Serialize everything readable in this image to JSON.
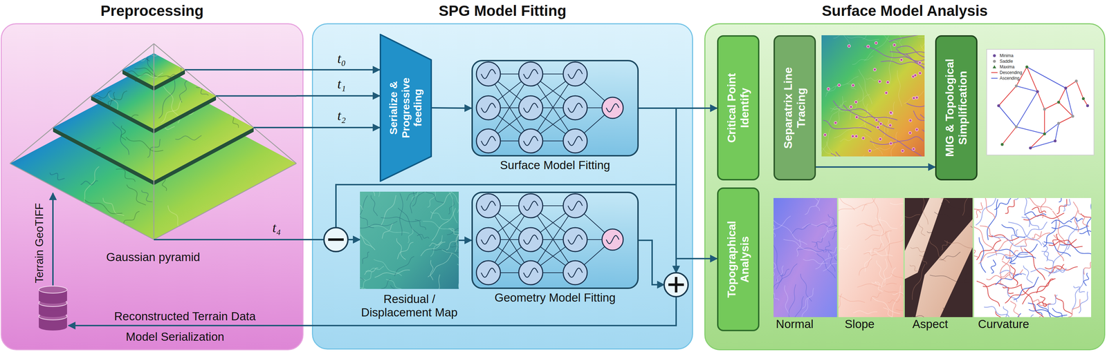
{
  "diagram": {
    "nodes": [
      {
        "text": [
          "Preprocessing"
        ]
      },
      {
        "text": [
          "Gaussian pyramid"
        ],
        "in": 0
      },
      {
        "text": [
          "SPG Model Fitting"
        ]
      },
      {
        "text": [
          "Serialize & Progressive feeding"
        ],
        "in": 2
      },
      {
        "text": [
          "Surface Model Fitting"
        ],
        "in": 2
      },
      {
        "text": [
          "Residual / Displacement Map"
        ],
        "in": 2
      },
      {
        "text": [
          "Geometry Model Fitting"
        ],
        "in": 2
      },
      {
        "text": [
          "Surface Model Analysis"
        ]
      },
      {
        "text": [
          "Critical Point Identify"
        ],
        "in": 7
      },
      {
        "text": [
          "Separatrix Line Tracing"
        ],
        "in": 7
      },
      {
        "text": [
          "MIG & Topological Simplification"
        ],
        "in": 7
      },
      {
        "text": [
          "Topographical Analysis"
        ],
        "in": 7
      }
    ],
    "edges": [
      {
        "from": 1,
        "to": 3,
        "label": "t₀",
        "arrow": "to"
      },
      {
        "from": 1,
        "to": 3,
        "label": "t₁",
        "arrow": "to"
      },
      {
        "from": 1,
        "to": 3,
        "label": "t₂",
        "arrow": "to"
      },
      {
        "from": 3,
        "to": 4,
        "arrow": "to"
      },
      {
        "from": 4,
        "to": 8,
        "arrow": "to"
      },
      {
        "from": 4,
        "to": 5,
        "arrow": "to"
      },
      {
        "from": 1,
        "to": 5,
        "label": "t₄",
        "arrow": "to"
      },
      {
        "from": 5,
        "to": 6,
        "arrow": "to"
      },
      {
        "from": 4,
        "to": 11,
        "arrow": "to"
      },
      {
        "from": 9,
        "to": 10,
        "arrow": "to"
      }
    ],
    "labels": [
      "Terrain GeoTIFF",
      "Reconstructed Terrain Data",
      "Model Serialization",
      "Normal",
      "Slope",
      "Aspect",
      "Curvature"
    ],
    "legend": [
      {
        "text": "Minima"
      },
      {
        "text": "Saddle"
      },
      {
        "text": "Maxima"
      },
      {
        "text": "Descending"
      },
      {
        "text": "Ascending"
      }
    ]
  }
}
